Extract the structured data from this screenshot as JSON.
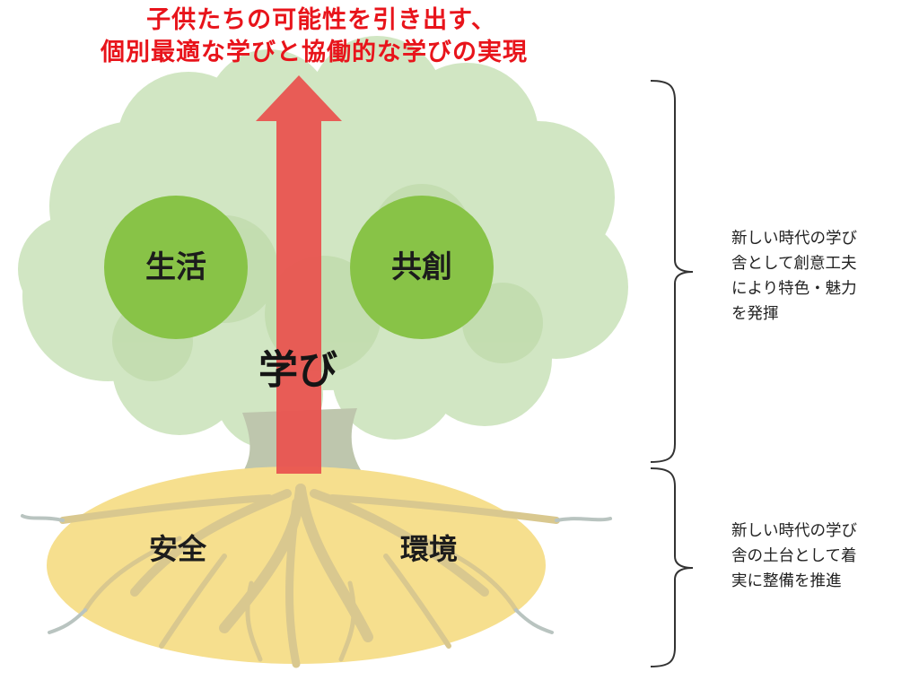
{
  "headline": {
    "line1": "子供たちの可能性を引き出す、",
    "line2": "個別最適な学びと協働的な学びの実現"
  },
  "tree": {
    "circle_left": "生活",
    "circle_right": "共創",
    "arrow_label": "学び"
  },
  "roots": {
    "left": "安全",
    "right": "環境"
  },
  "notes": {
    "upper": [
      "新しい時代の学び",
      "舎として創意工夫",
      "により特色・魅力",
      "を発揮"
    ],
    "lower": [
      "新しい時代の学び",
      "舎の土台として着",
      "実に整備を推進"
    ]
  },
  "colors": {
    "headline": "#e8141b",
    "arrow": "#e9524f",
    "canopy": "#c7dfb6",
    "circle": "#86c244",
    "roots_ellipse": "#f5dd8a",
    "roots": "#d7c690",
    "trunk": "#b7bfa6"
  }
}
